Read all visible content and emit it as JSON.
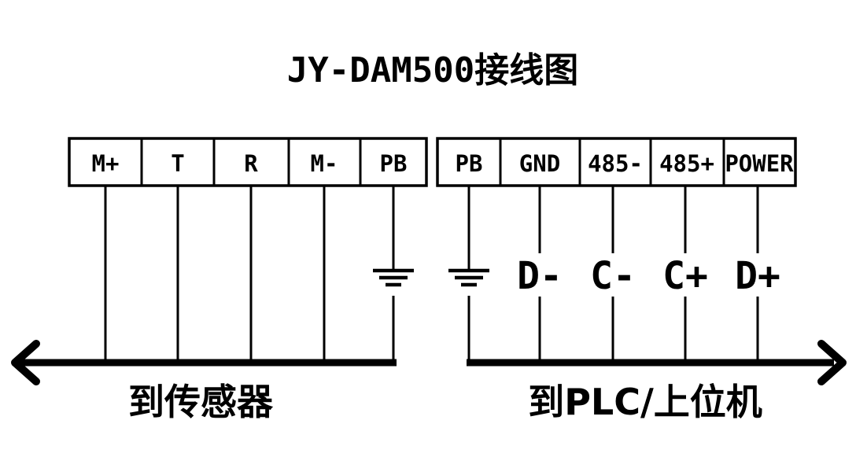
{
  "title": "JY-DAM500接线图",
  "colors": {
    "ink": "#000000",
    "background": "#ffffff"
  },
  "terminal_blocks": {
    "left": {
      "terminals": [
        "M+",
        "T",
        "R",
        "M-",
        "PB"
      ],
      "destination_label": "到传感器",
      "arrow_direction": "left"
    },
    "right": {
      "terminals": [
        "PB",
        "GND",
        "485-",
        "485+",
        "POWER"
      ],
      "destination_label": "到PLC/上位机",
      "arrow_direction": "right"
    }
  },
  "wire_labels": [
    {
      "terminal": "GND",
      "label": "D-"
    },
    {
      "terminal": "485-",
      "label": "C-"
    },
    {
      "terminal": "485+",
      "label": "C+"
    },
    {
      "terminal": "POWER",
      "label": "D+"
    }
  ],
  "icons": {
    "ground_left": "earth-ground-icon",
    "ground_right": "earth-ground-icon"
  }
}
